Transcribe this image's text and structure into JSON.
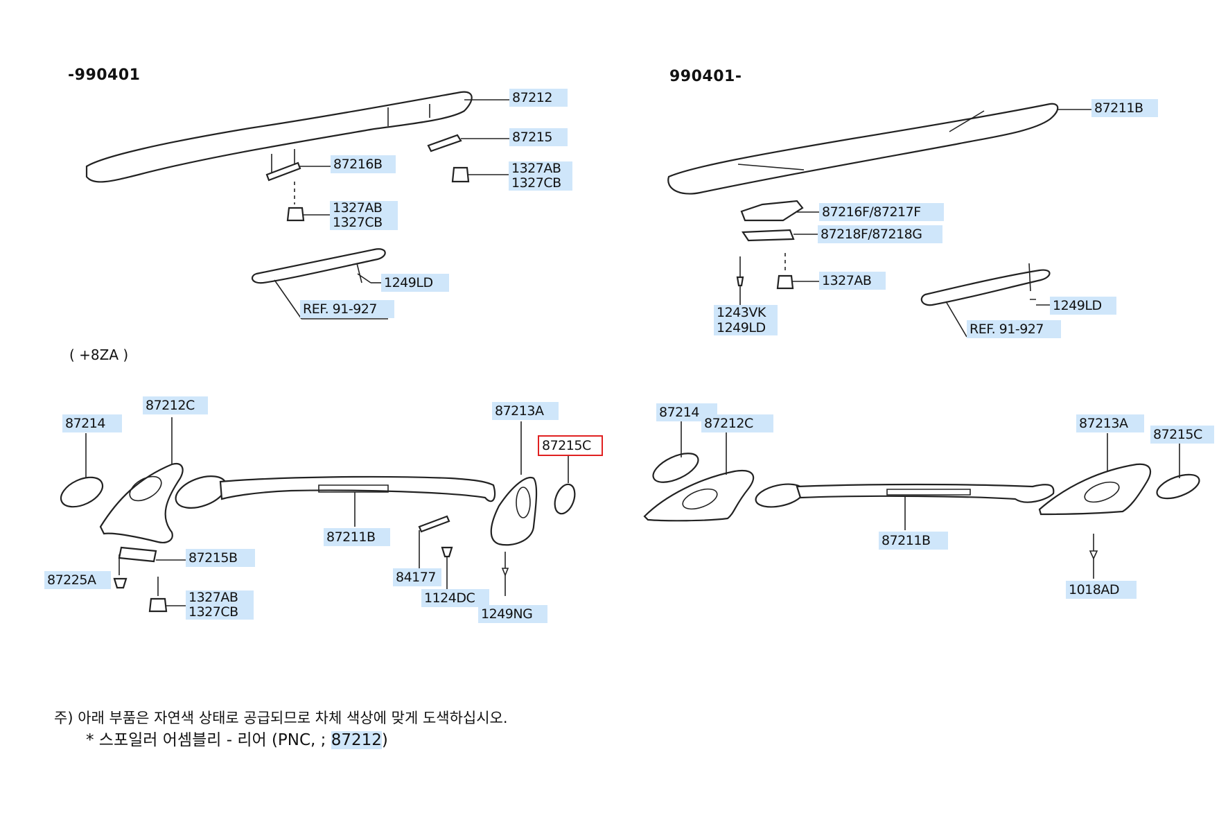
{
  "header": {
    "left_date": "-990401",
    "right_date": "990401-",
    "option_label": "( +8ZA )"
  },
  "top_left": {
    "p87212": "87212",
    "p87215": "87215",
    "p87216B": "87216B",
    "p1327AB_a": "1327AB",
    "p1327CB_a": "1327CB",
    "p1327AB_b": "1327AB",
    "p1327CB_b": "1327CB",
    "p1249LD": "1249LD",
    "ref": "REF. 91-927"
  },
  "top_right": {
    "p87211B": "87211B",
    "p87216F": "87216F/87217F",
    "p87218F": "87218F/87218G",
    "p1327AB": "1327AB",
    "p1243VK": "1243VK",
    "p1249LD_a": "1249LD",
    "p1249LD_b": "1249LD",
    "ref": "REF. 91-927"
  },
  "bottom_left": {
    "p87214": "87214",
    "p87212C": "87212C",
    "p87213A": "87213A",
    "p87215C": "87215C",
    "p87211B": "87211B",
    "p87215B": "87215B",
    "p87225A": "87225A",
    "p1327AB": "1327AB",
    "p1327CB": "1327CB",
    "p84177": "84177",
    "p1124DC": "1124DC",
    "p1249NG": "1249NG"
  },
  "bottom_right": {
    "p87214": "87214",
    "p87212C": "87212C",
    "p87213A": "87213A",
    "p87215C": "87215C",
    "p87211B": "87211B",
    "p1018AD": "1018AD"
  },
  "selected_part": "87215C",
  "notes": {
    "line1": "주) 아래 부품은 자연색 상태로 공급되므로 차체 색상에 맞게 도색하십시오.",
    "line2_prefix": "* 스포일러 어셈블리 - 리어 (PNC, ;",
    "line2_code": "87212",
    "line2_suffix": ")"
  },
  "colors": {
    "label_bg": "#cfe6fa",
    "selected_outline": "#e02020",
    "line": "#222222"
  }
}
